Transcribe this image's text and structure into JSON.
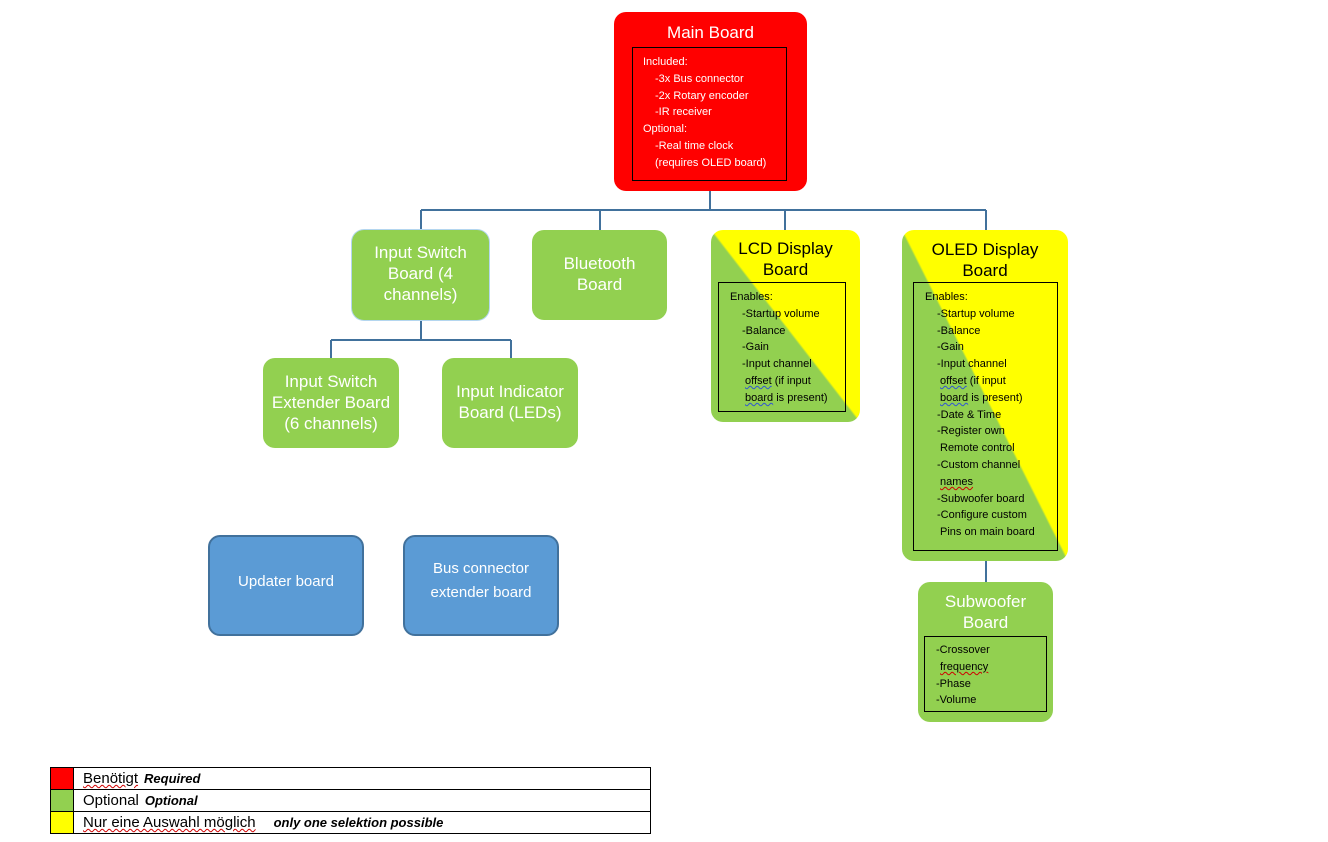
{
  "nodes": {
    "main": {
      "title": "Main Board",
      "lines": [
        "Included:",
        "-3x Bus connector",
        "-2x Rotary encoder",
        "-IR receiver",
        "Optional:",
        "-Real time clock",
        "(requires OLED board)"
      ]
    },
    "input_switch": {
      "title_lines": [
        "Input Switch",
        "Board (4",
        "channels)"
      ]
    },
    "bluetooth": {
      "title_lines": [
        "Bluetooth",
        "Board"
      ]
    },
    "lcd": {
      "title_lines": [
        "LCD Display",
        "Board"
      ],
      "lines": [
        "Enables:",
        "-Startup volume",
        "-Balance",
        "-Gain",
        "-Input channel",
        "offset",
        "(if input",
        "board",
        "is present)"
      ]
    },
    "oled": {
      "title_lines": [
        "OLED Display",
        "Board"
      ],
      "lines": [
        "Enables:",
        "-Startup volume",
        "-Balance",
        "-Gain",
        "-Input channel",
        "offset",
        "(if input",
        "board",
        "is present)",
        "-Date & Time",
        "-Register own",
        "Remote control",
        "-Custom channel",
        "names",
        "-Subwoofer board",
        "-Configure custom",
        "Pins on main board"
      ]
    },
    "extender": {
      "title_lines": [
        "Input Switch",
        "Extender Board",
        "(6 channels)"
      ]
    },
    "indicator": {
      "title_lines": [
        "Input Indicator",
        "Board (LEDs)"
      ]
    },
    "updater": {
      "title_lines": [
        "Updater board"
      ]
    },
    "bus_extender": {
      "title_lines": [
        "Bus connector",
        "extender board"
      ]
    },
    "subwoofer": {
      "title_lines": [
        "Subwoofer",
        "Board"
      ],
      "lines": [
        "-Crossover",
        "frequency",
        "-Phase",
        "-Volume"
      ]
    }
  },
  "legend": [
    {
      "color": "#ff0000",
      "label": "Benötigt",
      "label_en": "Required"
    },
    {
      "color": "#92d050",
      "label": "Optional",
      "label_en": "Optional"
    },
    {
      "color": "#ffff00",
      "label": "Nur eine Auswahl möglich",
      "label_en": "only one selektion possible"
    }
  ],
  "colors": {
    "required": "#ff0000",
    "optional": "#92d050",
    "one_choice": "#ffff00",
    "utility": "#5b9bd5",
    "connector": "#41719c"
  }
}
